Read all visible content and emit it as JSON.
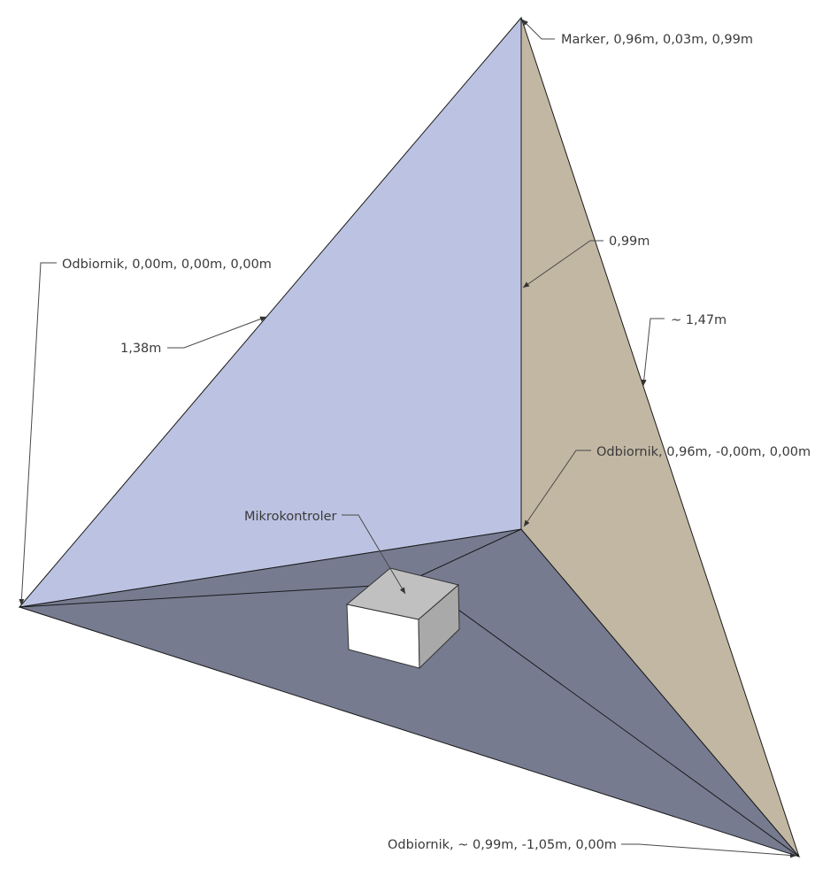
{
  "labels": {
    "marker": "Marker, 0,96m, 0,03m, 0,99m",
    "receiver_origin": "Odbiornik, 0,00m, 0,00m, 0,00m",
    "receiver_x": "Odbiornik, 0,96m, -0,00m, 0,00m",
    "receiver_y": "Odbiornik, ~ 0,99m, -1,05m, 0,00m",
    "microcontroller": "Mikrokontroler",
    "dim_origin_marker": "1,38m",
    "dim_height": "0,99m",
    "dim_marker_y": "~ 1,47m"
  },
  "colors": {
    "left_face": "#bcc3e2",
    "right_face": "#c2b7a3",
    "floor": "#767b90",
    "box_top": "#c0c0c0",
    "box_front": "#ffffff",
    "box_side": "#a9a9a9"
  }
}
